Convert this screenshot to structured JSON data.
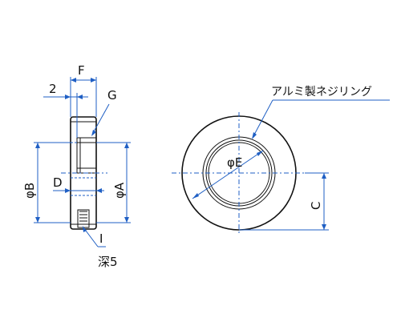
{
  "labels": {
    "dim_2": "2",
    "dim_f": "F",
    "dim_g": "G",
    "dim_b": "φB",
    "dim_d": "D",
    "dim_a": "φA",
    "dim_i": "I",
    "depth": "深5",
    "dim_e": "φE",
    "dim_c": "C",
    "ring_note": "アルミ製ネジリング"
  },
  "colors": {
    "dimension": "#1f5fc4",
    "outline": "#111111"
  }
}
